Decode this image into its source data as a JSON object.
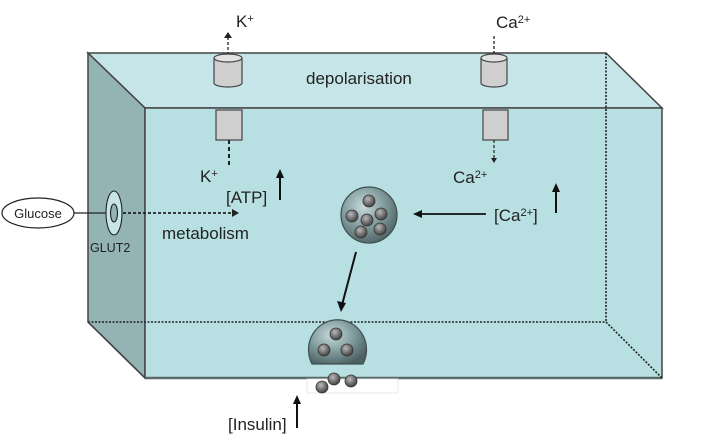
{
  "diagram": {
    "title": "Glucose-stimulated insulin secretion in a beta cell",
    "labels": {
      "k_out": "K+",
      "k_out_base": "K",
      "k_out_sup": "+",
      "ca_out_base": "Ca",
      "ca_out_sup": "2+",
      "depolarisation": "depolarisation",
      "k_in_base": "K",
      "k_in_sup": "+",
      "ca_in_base": "Ca",
      "ca_in_sup": "2+",
      "atp": "[ATP]",
      "ca_conc_open": "[Ca",
      "ca_conc_sup": "2+",
      "ca_conc_close": "]",
      "glucose": "Glucose",
      "glut2": "GLUT2",
      "metabolism": "metabolism",
      "insulin": "[Insulin]"
    },
    "colors": {
      "top_face": "#c6e5e8",
      "front_face": "#b8e0e3",
      "left_face": "#93b3b5",
      "edge": "#444444",
      "channel": "#cccccc",
      "granule": "#6f8a8c"
    },
    "indicators": {
      "atp": "increase",
      "ca_concentration": "increase",
      "insulin": "increase"
    }
  }
}
